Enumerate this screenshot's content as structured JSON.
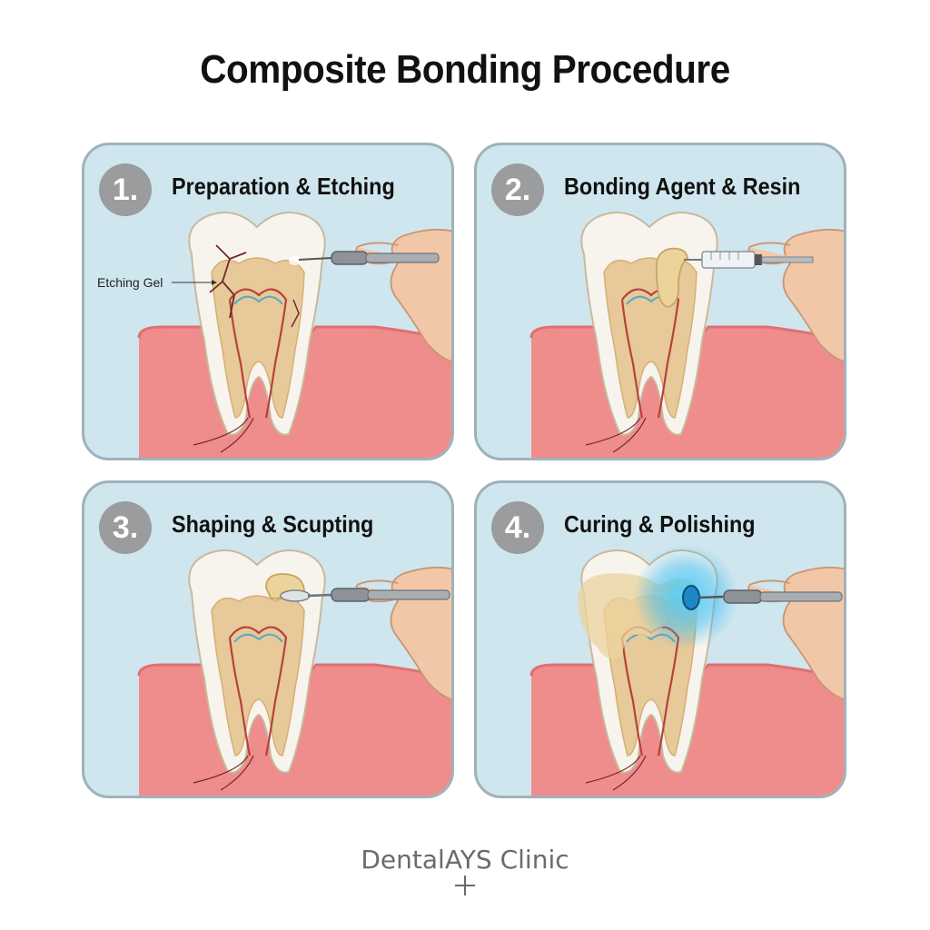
{
  "title": "Composite Bonding Procedure",
  "steps": [
    {
      "number": "1.",
      "title": "Preparation & Etching",
      "label": "Etching Gel"
    },
    {
      "number": "2.",
      "title": "Bonding Agent & Resin"
    },
    {
      "number": "3.",
      "title": "Shaping & Scupting"
    },
    {
      "number": "4.",
      "title": "Curing & Polishing"
    }
  ],
  "footer": {
    "clinic": "DentalAYS Clinic"
  },
  "colors": {
    "panel_bg": "#cfe6ee",
    "panel_border": "#9fb2ba",
    "gum": "#ef8c8c",
    "tooth": "#f7f4ee",
    "dentin": "#e8c99a",
    "number_badge": "#9a9c9e",
    "curing_light": "#29b6f6"
  },
  "icons": [
    "tooth-illustration",
    "dental-probe-icon",
    "syringe-icon",
    "spatula-icon",
    "curing-light-icon",
    "hand-icon",
    "plus-icon"
  ]
}
